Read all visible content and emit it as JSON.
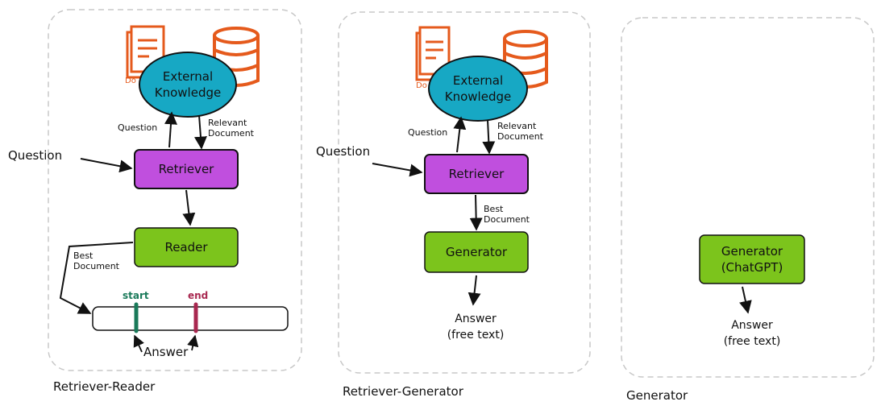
{
  "panels": {
    "retriever_reader": {
      "caption": "Retriever-Reader",
      "kb_line1": "External",
      "kb_line2": "Knowledge",
      "question_input": "Question",
      "question_edge": "Question",
      "relevant_line1": "Relevant",
      "relevant_line2": "Document",
      "retriever": "Retriever",
      "reader": "Reader",
      "best_line1": "Best",
      "best_line2": "Document",
      "start": "start",
      "end": "end",
      "answer": "Answer",
      "doc_tag": "Do"
    },
    "retriever_generator": {
      "caption": "Retriever-Generator",
      "kb_line1": "External",
      "kb_line2": "Knowledge",
      "question_input": "Question",
      "question_edge": "Question",
      "relevant_line1": "Relevant",
      "relevant_line2": "Document",
      "retriever": "Retriever",
      "best_line1": "Best",
      "best_line2": "Document",
      "generator": "Generator",
      "answer_line1": "Answer",
      "answer_line2": "(free text)",
      "doc_tag": "Do"
    },
    "generator": {
      "caption": "Generator",
      "gen_line1": "Generator",
      "gen_line2": "(ChatGPT)",
      "answer_line1": "Answer",
      "answer_line2": "(free text)"
    }
  },
  "colors": {
    "kb": "#17a8c4",
    "retriever": "#c04fde",
    "reader": "#7cc41c",
    "generator": "#7cc41c",
    "icon": "#e55a1c",
    "start_marker": "#1a7a5a",
    "end_marker": "#a82850",
    "panel_border": "#c8c8c8"
  }
}
